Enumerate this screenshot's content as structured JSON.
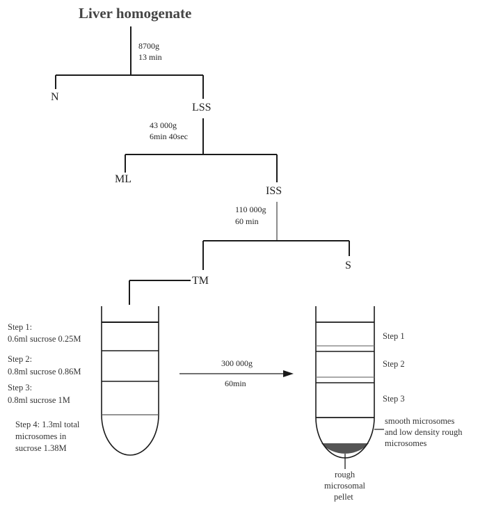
{
  "title": "Liver homogenate",
  "nodes": {
    "n": "N",
    "lss": "LSS",
    "ml": "ML",
    "iss": "ISS",
    "s": "S",
    "tm": "TM"
  },
  "spins": {
    "spin1": [
      "8700g",
      "13 min"
    ],
    "spin2": [
      "43 000g",
      "6min 40sec"
    ],
    "spin3": [
      "110 000g",
      "60 min"
    ],
    "spin4": [
      "300 000g",
      "60min"
    ]
  },
  "left_tube": {
    "step1": [
      "Step 1:",
      "0.6ml sucrose 0.25M"
    ],
    "step2": [
      "Step 2:",
      "0.8ml sucrose 0.86M"
    ],
    "step3": [
      "Step 3:",
      "0.8ml sucrose 1M"
    ],
    "step4": [
      "Step 4: 1.3ml total",
      "microsomes in",
      "sucrose 1.38M"
    ]
  },
  "right_tube": {
    "step1": "Step 1",
    "step2": "Step 2",
    "step3": "Step 3",
    "band": [
      "smooth microsomes",
      "and low density rough",
      "microsomes"
    ],
    "pellet": [
      "rough",
      "microsomal",
      "pellet"
    ]
  },
  "colors": {
    "line": "#1a1a1a",
    "pellet": "#555555"
  }
}
